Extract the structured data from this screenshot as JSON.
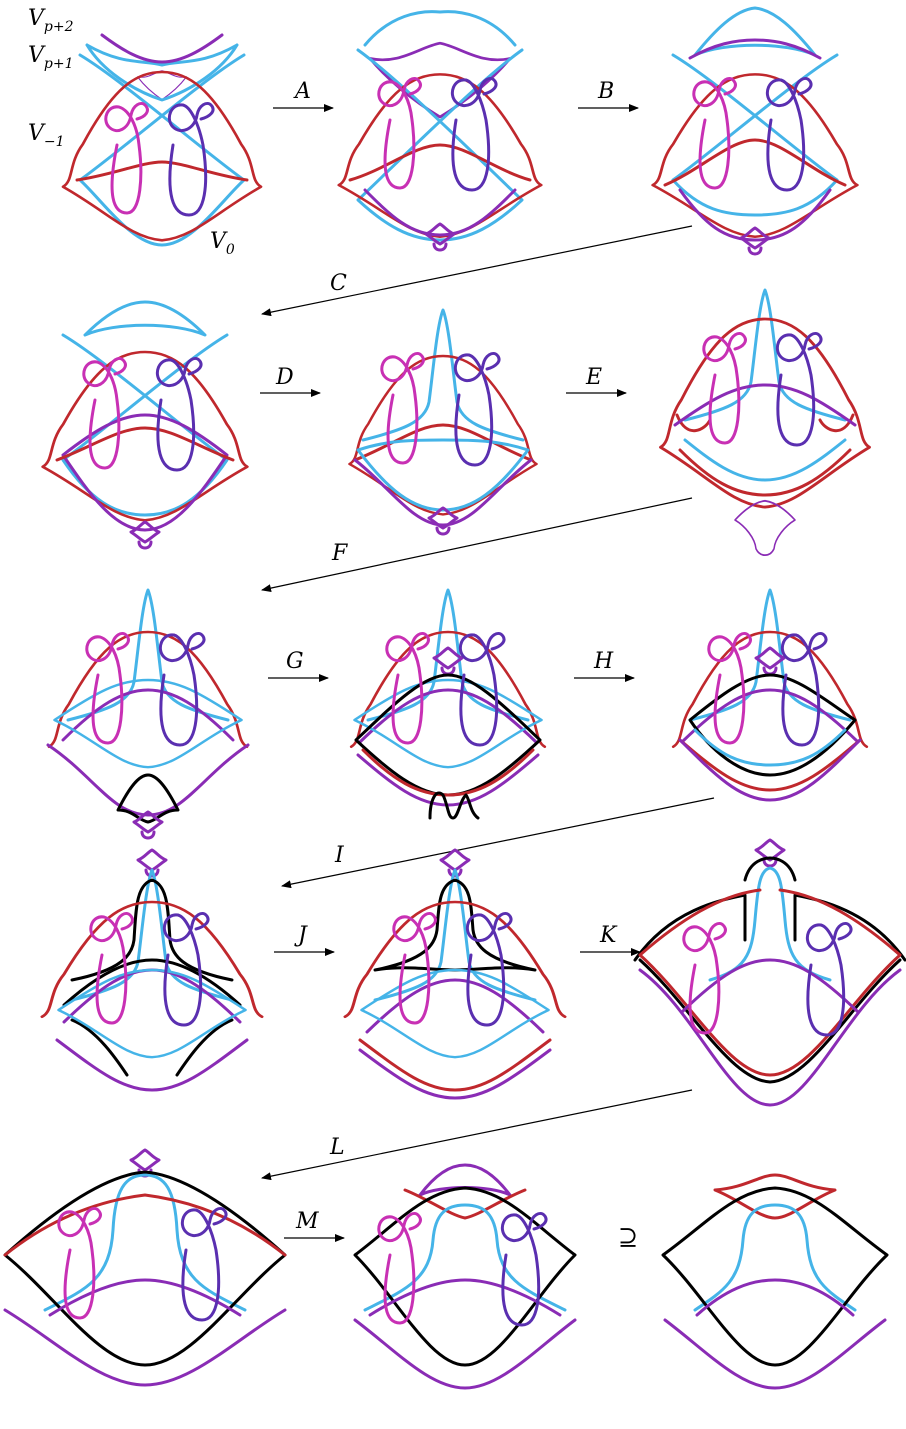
{
  "figure": {
    "labels": {
      "v_p2": {
        "main": "V",
        "sub": "p+2"
      },
      "v_p1": {
        "main": "V",
        "sub": "p+1"
      },
      "v_m1": {
        "main": "V",
        "sub": "−1"
      },
      "v_0": {
        "main": "V",
        "sub": "0"
      }
    },
    "moves": [
      "A",
      "B",
      "C",
      "D",
      "E",
      "F",
      "G",
      "H",
      "I",
      "J",
      "K",
      "L",
      "M"
    ],
    "subset_symbol": "⊇"
  },
  "colors": {
    "red": "#c0282d",
    "blue": "#45b4e8",
    "purple": "#8a2cb5",
    "magenta": "#c830b4",
    "indigo": "#5a2fb0",
    "black": "#000000"
  }
}
